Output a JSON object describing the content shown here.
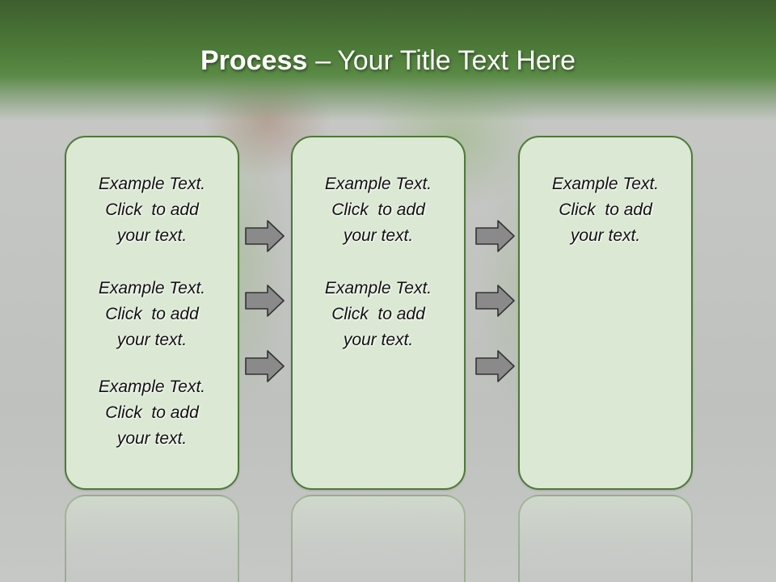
{
  "slide": {
    "title_strong": "Process",
    "title_dash": "–",
    "title_rest": "Your Title Text Here"
  },
  "columns": [
    {
      "blocks": [
        {
          "line1": "Example Text.",
          "line2": "Click  to add",
          "line3": "your text."
        },
        {
          "line1": "Example Text.",
          "line2": "Click  to add",
          "line3": "your text."
        },
        {
          "line1": "Example Text.",
          "line2": "Click  to add",
          "line3": "your text."
        }
      ]
    },
    {
      "blocks": [
        {
          "line1": "Example Text.",
          "line2": "Click  to add",
          "line3": "your text."
        },
        {
          "line1": "Example Text.",
          "line2": "Click  to add",
          "line3": "your text."
        }
      ]
    },
    {
      "blocks": [
        {
          "line1": "Example Text.",
          "line2": "Click  to add",
          "line3": "your text."
        }
      ]
    }
  ],
  "colors": {
    "title_bar": "#4c7a38",
    "box_border": "#4e7a37",
    "box_fill": "#dbe8d3",
    "arrow_fill": "#8a8a8a",
    "arrow_stroke": "#333333"
  },
  "arrows": {
    "icon": "right-arrow-icon",
    "count_between_col1_col2": 3,
    "count_between_col2_col3": 3
  }
}
